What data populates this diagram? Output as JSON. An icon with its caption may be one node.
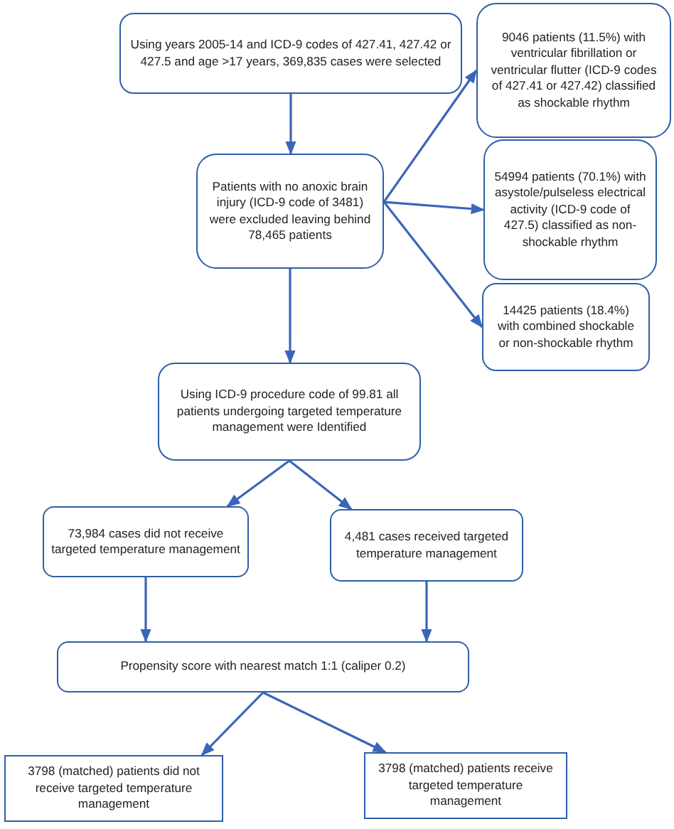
{
  "diagram": {
    "nodes": [
      {
        "text": [
          "Using years 2005-14 and ICD-9 codes of 427.41, 427.42 or 427.5 and age >17 years, 369,835 cases were selected"
        ]
      },
      {
        "text": [
          "9046 patients (11.5%) with ventricular fibrillation or ventricular flutter (ICD-9 codes of 427.41 or 427.42) classified as shockable rhythm"
        ]
      },
      {
        "text": [
          "Patients with no anoxic brain injury (ICD-9 code of 3481) were excluded leaving behind 78,465 patients"
        ]
      },
      {
        "text": [
          "54994 patients (70.1%) with asystole/pulseless electrical activity (ICD-9 code of 427.5) classified as non-shockable rhythm"
        ]
      },
      {
        "text": [
          "14425 patients (18.4%) with combined shockable or non-shockable rhythm"
        ]
      },
      {
        "text": [
          "Using ICD-9 procedure code of 99.81 all patients undergoing targeted temperature management were Identified"
        ]
      },
      {
        "text": [
          "73,984 cases did not receive targeted temperature management"
        ]
      },
      {
        "text": [
          "4,481 cases received targeted temperature management"
        ]
      },
      {
        "text": [
          "Propensity score with nearest match 1:1 (caliper 0.2)"
        ]
      },
      {
        "text": [
          "3798 (matched) patients did not receive targeted temperature management"
        ]
      },
      {
        "text": [
          "3798 (matched) patients receive targeted temperature management"
        ]
      }
    ],
    "edges": [
      {
        "from": 0,
        "to": 2,
        "arrow": "to"
      },
      {
        "from": 2,
        "to": 1,
        "arrow": "to"
      },
      {
        "from": 2,
        "to": 3,
        "arrow": "to"
      },
      {
        "from": 2,
        "to": 4,
        "arrow": "to"
      },
      {
        "from": 2,
        "to": 5,
        "arrow": "to"
      },
      {
        "from": 5,
        "to": 6,
        "arrow": "to"
      },
      {
        "from": 5,
        "to": 7,
        "arrow": "to"
      },
      {
        "from": 6,
        "to": 8,
        "arrow": "to"
      },
      {
        "from": 7,
        "to": 8,
        "arrow": "to"
      },
      {
        "from": 8,
        "to": 9,
        "arrow": "to"
      },
      {
        "from": 8,
        "to": 10,
        "arrow": "to"
      }
    ]
  }
}
